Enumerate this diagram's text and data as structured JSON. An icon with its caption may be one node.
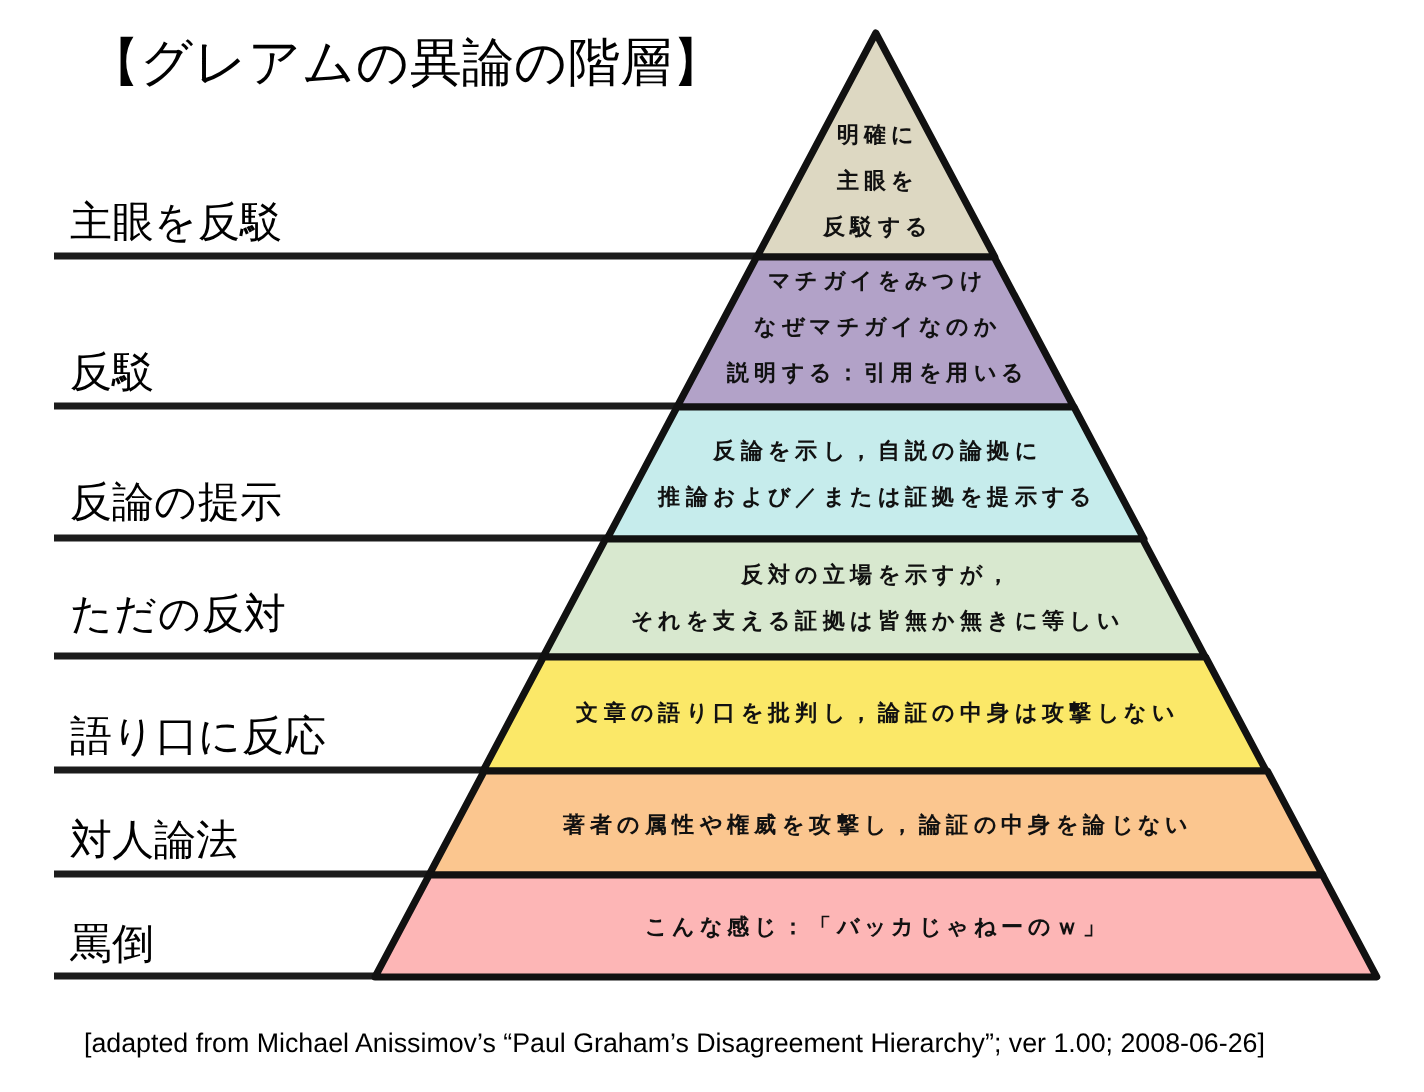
{
  "diagram": {
    "title": "【グレアムの異論の階層】",
    "nodes": [
      {
        "text": [
          "明確に主眼を反駁する"
        ]
      },
      {
        "text": [
          "マチガイをみつけなぜマチガイなのか説明する：引用を用いる"
        ]
      },
      {
        "text": [
          "反論を示し，自説の論拠に推論および／または証拠を提示する"
        ]
      },
      {
        "text": [
          "反対の立場を示すが，それを支える証拠は皆無か無きに等しい"
        ]
      },
      {
        "text": [
          "文章の語り口を批判し，論証の中身は攻撃しない"
        ]
      },
      {
        "text": [
          "著者の属性や権威を攻撃し，論証の中身を論じない"
        ]
      },
      {
        "text": [
          "こんな感じ：「バッカじゃねーのｗ」"
        ]
      }
    ],
    "labels": [
      "主眼を反駁",
      "反駁",
      "反論の提示",
      "ただの反対",
      "語り口に反応",
      "対人論法",
      "罵倒"
    ],
    "caption": "[adapted from Michael Anissimov’s “Paul Graham’s Disagreement Hierarchy”; ver 1.00; 2008-06-26]"
  }
}
